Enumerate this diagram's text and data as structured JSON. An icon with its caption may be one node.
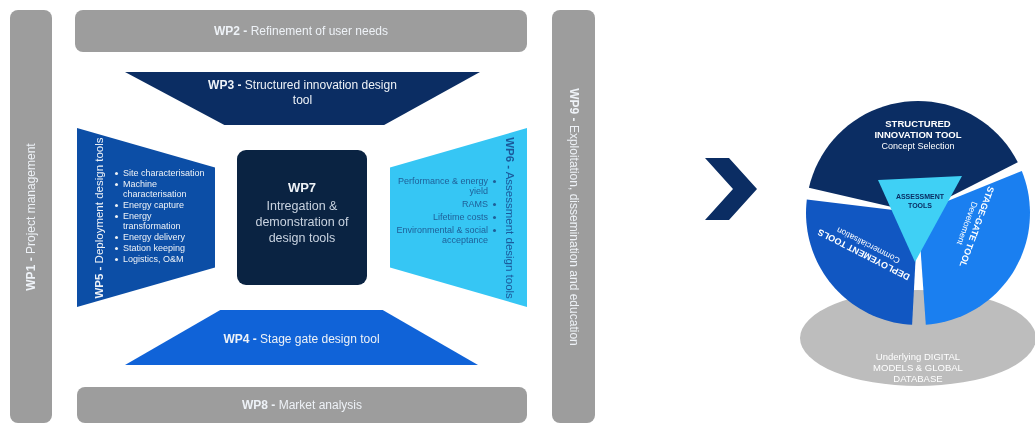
{
  "diagram": {
    "nodes": [
      {
        "text": [
          "**WP1 -** Project management"
        ]
      },
      {
        "text": [
          "**WP2 -** Refinement of user needs"
        ]
      },
      {
        "text": [
          "**WP3 -** Structured innovation design tool"
        ]
      },
      {
        "text": [
          "**WP5 -** Deployment design tools",
          "Site characterisation",
          "Machine characterisation",
          "Energy capture",
          "Energy transformation",
          "Energy delivery",
          "Station keeping",
          "Logistics, O&M"
        ]
      },
      {
        "text": [
          "WP7",
          "Intregation & demonstration of design tools"
        ]
      },
      {
        "text": [
          "**WP6 -** Assessment design tools",
          "Performance & energy yield",
          "RAMS",
          "Lifetime costs",
          "Environmental & social acceptance"
        ]
      },
      {
        "text": [
          "**WP4 -** Stage gate design tool"
        ]
      },
      {
        "text": [
          "**WP8 -** Market analysis"
        ]
      },
      {
        "text": [
          "**WP9 -** Exploitation, dissemination and education"
        ]
      },
      {
        "text": [
          "STRUCTURED INNOVATION TOOL",
          "Concept Selection"
        ]
      },
      {
        "text": [
          "DEPLOYEMENT TOOLS",
          "Commercialisation"
        ]
      },
      {
        "text": [
          "STAGE-GATE TOOL",
          "Develoment"
        ]
      },
      {
        "text": [
          "ASSESSMENT TOOLS"
        ]
      },
      {
        "text": [
          "Underlying DIGITAL MODELS & GLOBAL DATABASE"
        ]
      }
    ]
  }
}
